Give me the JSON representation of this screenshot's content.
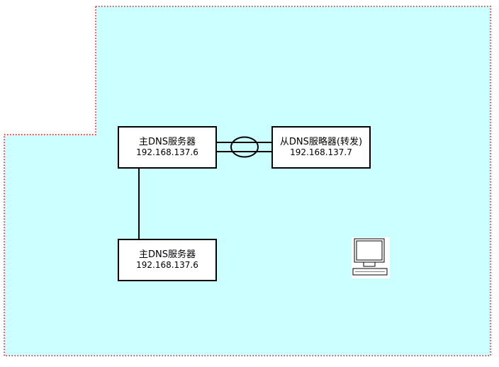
{
  "diagram": {
    "background_color": "#ccffff",
    "border_color": "#ff0000",
    "nodes": {
      "primary_dns_1": {
        "name": "主DNS服务器",
        "ip": "192.168.137.6"
      },
      "secondary_dns": {
        "name": "从DNS服略器(转发)",
        "ip": "192.168.137.7"
      },
      "primary_dns_2": {
        "name": "主DNS服务器",
        "ip": "192.168.137.6"
      }
    },
    "icons": {
      "workstation": "computer-icon"
    }
  }
}
